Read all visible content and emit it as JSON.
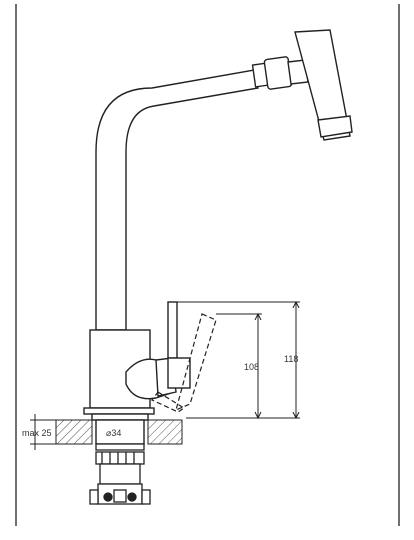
{
  "figure": {
    "dimensions": {
      "mount_thickness": "max 25",
      "hole_diameter": "⌀34",
      "lever_height_inner": "108",
      "lever_height_outer": "118"
    }
  }
}
